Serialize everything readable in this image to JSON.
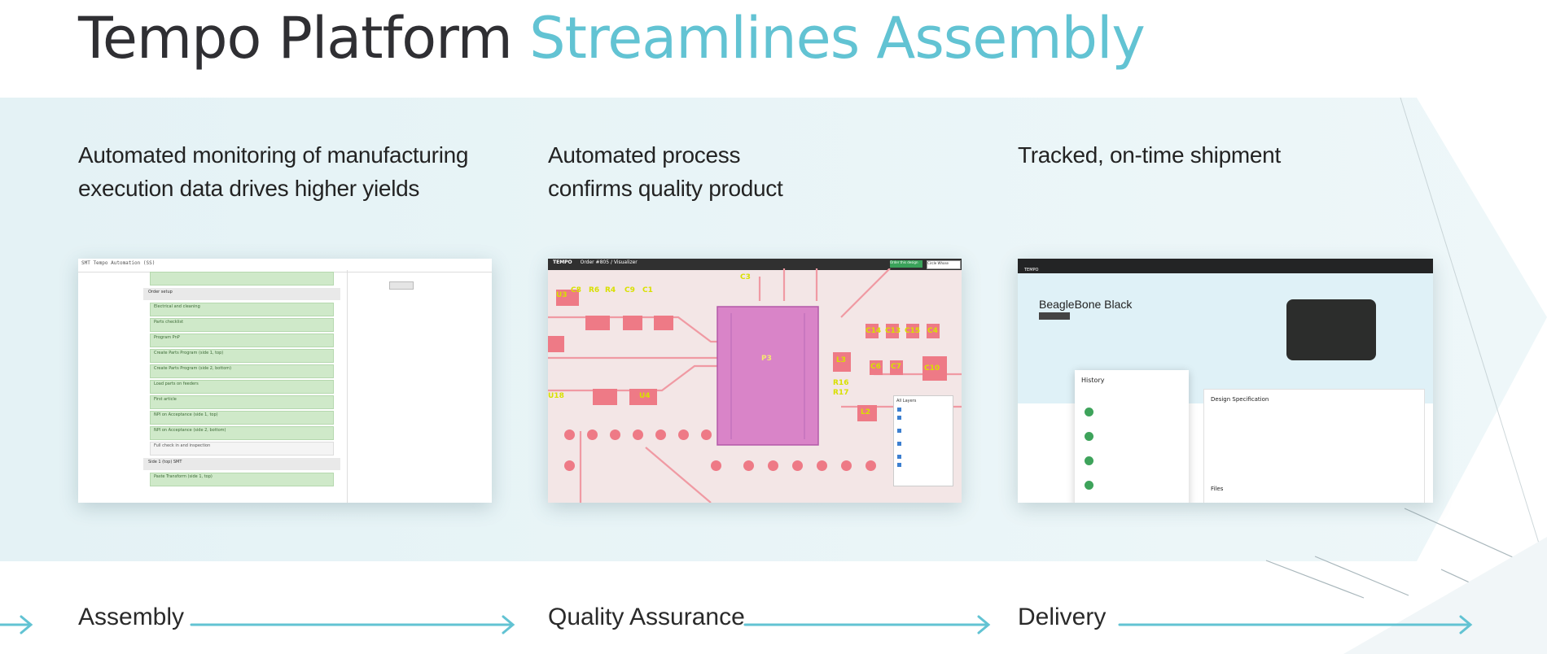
{
  "title": {
    "part1": "Tempo Platform",
    "part2": "Streamlines Assembly"
  },
  "columns": [
    {
      "line1": "Automated monitoring of manufacturing",
      "line2": "execution data drives higher yields"
    },
    {
      "line1": "Automated process",
      "line2": "confirms quality product"
    },
    {
      "line1": "Tracked, on-time shipment",
      "line2": ""
    }
  ],
  "stages": [
    "Assembly",
    "Quality Assurance",
    "Delivery"
  ],
  "screen1": {
    "top_label": "SMT Tempo Automation (SS)",
    "section1": "Order setup",
    "section2": "Side 1 (top) SMT",
    "items": [
      "Electrical and cleaning",
      "Parts checklist",
      "Program PnP",
      "Create Parts Program (side 1, top)",
      "Create Parts Program (side 2, bottom)",
      "Load parts on feeders",
      "First article",
      "NPI on Acceptance (side 1, top)",
      "NPI on Acceptance (side 2, bottom)",
      "Full check in and inspection",
      "Paste Transform (side 1, top)"
    ]
  },
  "screen2": {
    "brand": "TEMPO",
    "path": "Order #805 / Visualizer",
    "btn1": "Order this design",
    "btn2": "Circle Whose",
    "labels": [
      "U3",
      "C8",
      "R6",
      "R4",
      "C9",
      "C1",
      "C3",
      "P3",
      "L3",
      "C14",
      "C13",
      "C15",
      "C4",
      "C6",
      "C7",
      "C10",
      "U4",
      "U18",
      "L2",
      "R16",
      "R17"
    ],
    "panel_title": "All Layers"
  },
  "screen3": {
    "brand": "TEMPO",
    "product": "BeagleBone Black",
    "history_title": "History",
    "spec_title": "Design Specification",
    "files_title": "Files"
  },
  "colors": {
    "accent": "#62c3d3",
    "dark": "#2f2f33",
    "band": "#e6f3f6"
  }
}
